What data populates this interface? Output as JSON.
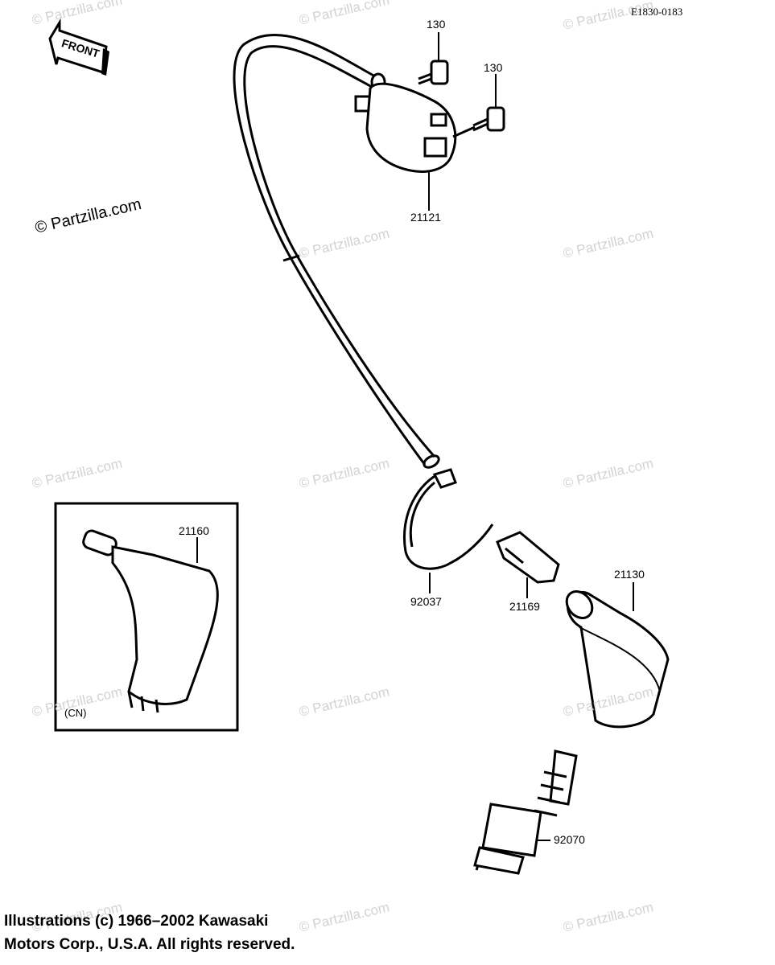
{
  "diagram": {
    "code": "E1830-0183",
    "front_arrow_label": "FRONT",
    "inset_variant_label": "(CN)",
    "watermark_main": "© Partzilla.com",
    "watermark_faint": "© Partzilla.com"
  },
  "parts": [
    {
      "id": "screw-a",
      "number": "130"
    },
    {
      "id": "screw-b",
      "number": "130"
    },
    {
      "id": "ignition-coil",
      "number": "21121"
    },
    {
      "id": "cap-cn",
      "number": "21160"
    },
    {
      "id": "clamp",
      "number": "92037"
    },
    {
      "id": "clip",
      "number": "21169"
    },
    {
      "id": "plug-cap",
      "number": "21130"
    },
    {
      "id": "spark-plug",
      "number": "92070"
    }
  ],
  "copyright": {
    "line1": "Illustrations (c) 1966–2002 Kawasaki",
    "line2": "Motors Corp., U.S.A.  All rights reserved."
  }
}
